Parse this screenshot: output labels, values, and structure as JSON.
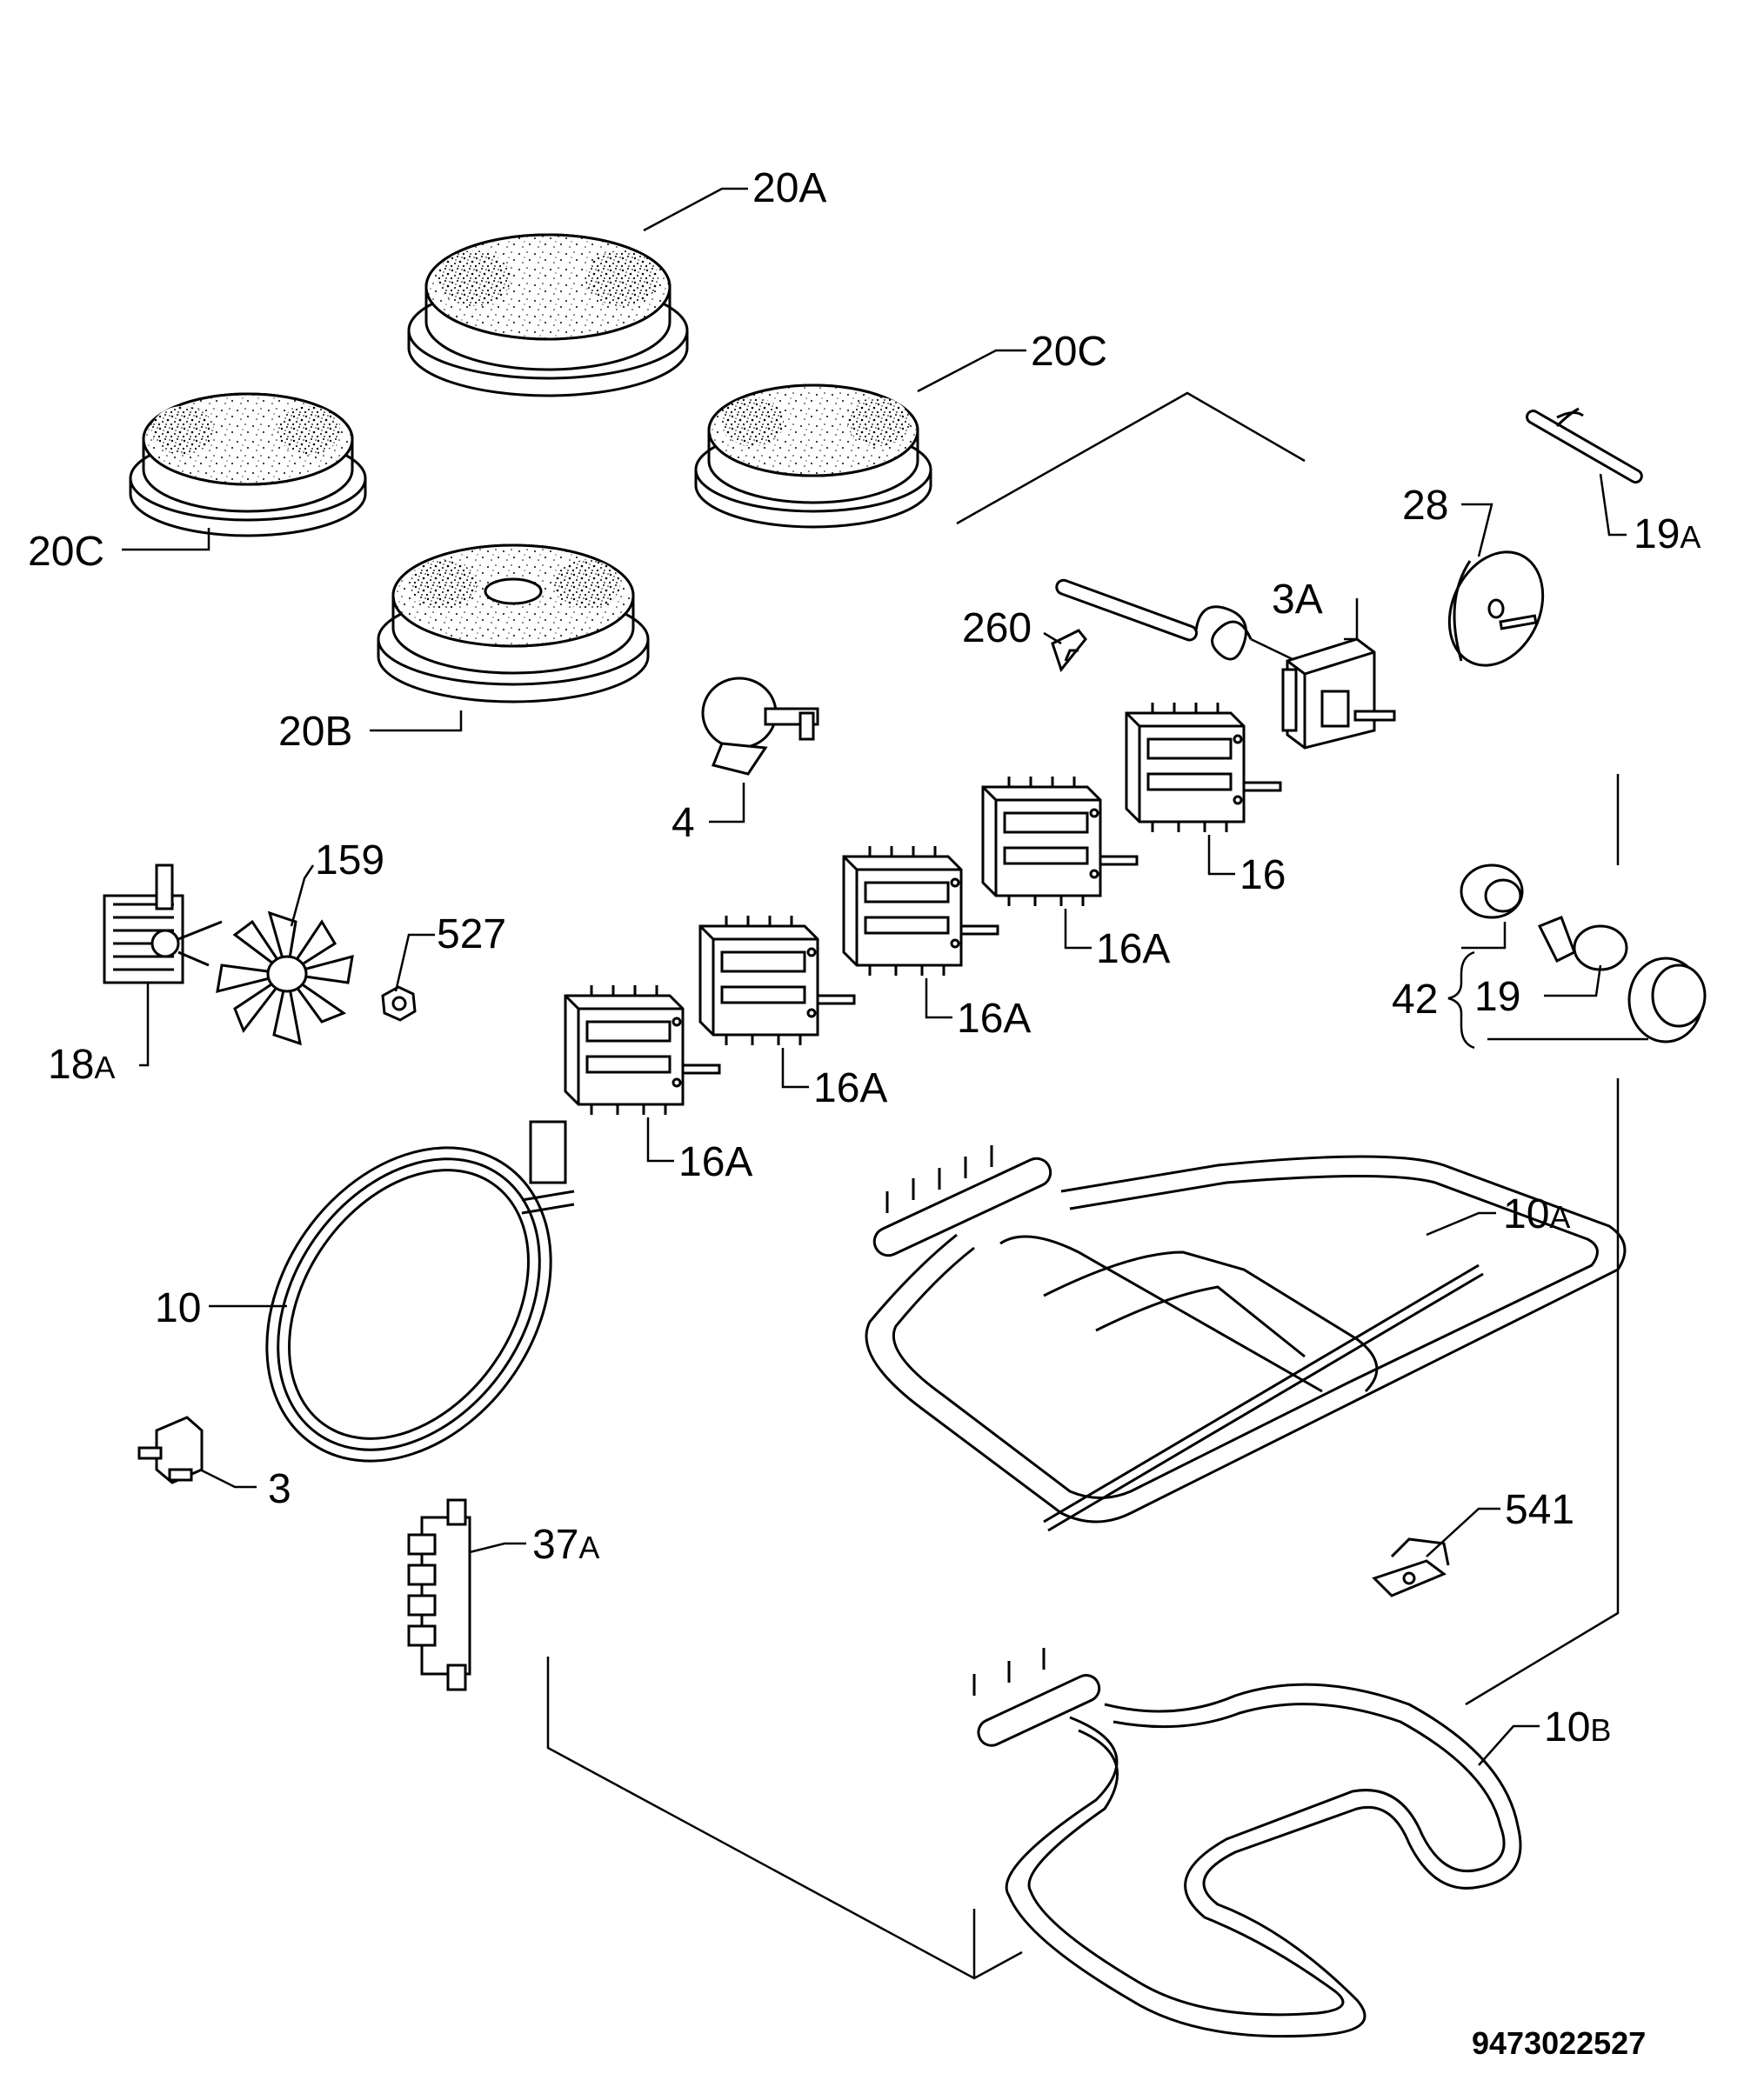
{
  "labels": {
    "l20a": {
      "main": "20A",
      "sub": ""
    },
    "l20c_right": {
      "main": "20C",
      "sub": ""
    },
    "l20c_left": {
      "main": "20C",
      "sub": ""
    },
    "l20b": {
      "main": "20B",
      "sub": ""
    },
    "l19a": {
      "main": "19",
      "sub": "A"
    },
    "l28": {
      "main": "28",
      "sub": ""
    },
    "l3a": {
      "main": "3A",
      "sub": ""
    },
    "l260": {
      "main": "260",
      "sub": ""
    },
    "l4": {
      "main": "4",
      "sub": ""
    },
    "l16": {
      "main": "16",
      "sub": ""
    },
    "l16a_1": {
      "main": "16A",
      "sub": ""
    },
    "l16a_2": {
      "main": "16A",
      "sub": ""
    },
    "l16a_3": {
      "main": "16A",
      "sub": ""
    },
    "l16a_4": {
      "main": "16A",
      "sub": ""
    },
    "l159": {
      "main": "159",
      "sub": ""
    },
    "l527": {
      "main": "527",
      "sub": ""
    },
    "l18a": {
      "main": "18",
      "sub": "A"
    },
    "l42": {
      "main": "42",
      "sub": ""
    },
    "l19": {
      "main": "19",
      "sub": ""
    },
    "l10a": {
      "main": "10",
      "sub": "A"
    },
    "l10": {
      "main": "10",
      "sub": ""
    },
    "l3": {
      "main": "3",
      "sub": ""
    },
    "l541": {
      "main": "541",
      "sub": ""
    },
    "l37a": {
      "main": "37",
      "sub": "A"
    },
    "l10b": {
      "main": "10",
      "sub": "B"
    }
  },
  "drawing_number": "9473022527"
}
